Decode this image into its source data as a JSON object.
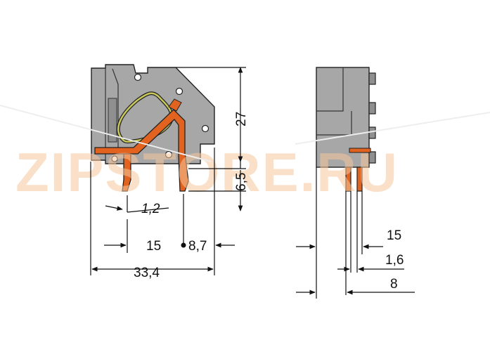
{
  "watermark": "ZIPSTORE.RU",
  "dims": {
    "height_total": "27",
    "height_pins": "6,5",
    "wire_gap": "1,2",
    "pitch_left": "15",
    "pin_offset": "8,7",
    "width_total": "33,4",
    "pitch_right": "15",
    "pin_width": "1,6",
    "depth": "8"
  },
  "colors": {
    "housing": "#a7a7a7",
    "housing_dark": "#8f8f8f",
    "contact": "#e2631f",
    "spring": "#c8c85a",
    "line": "#111111"
  }
}
